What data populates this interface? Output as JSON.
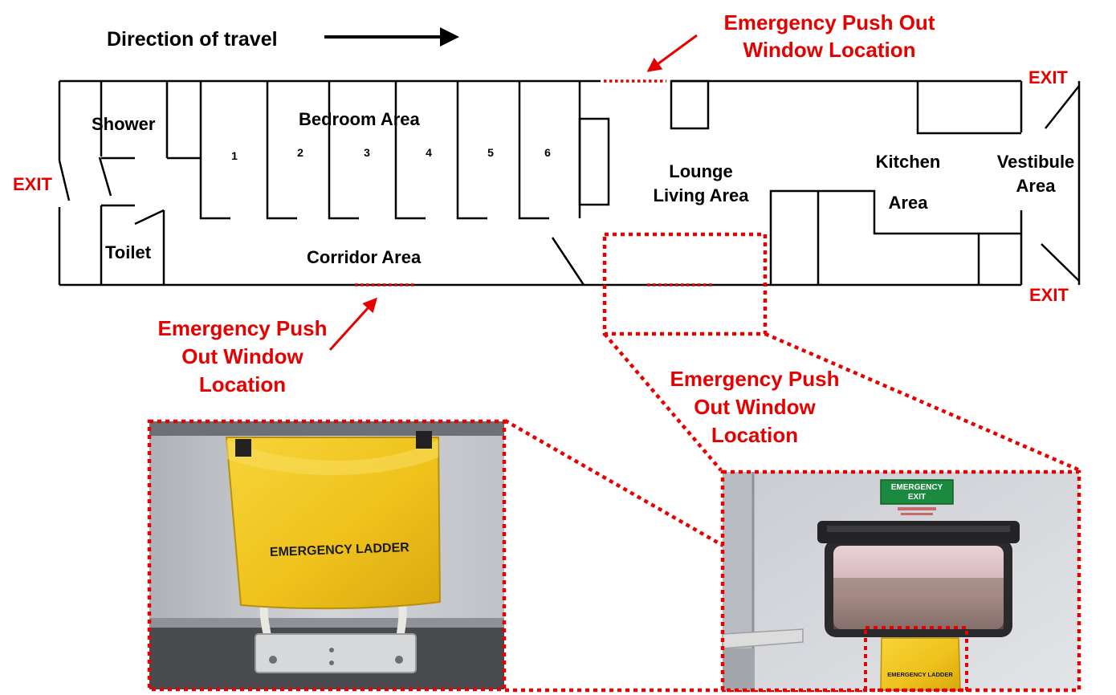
{
  "colors": {
    "emergency_red": "#e60000",
    "plan_line": "#000000",
    "bag_yellow": "#f2c21a",
    "wall_grey": "#c8cacf"
  },
  "travel": {
    "label": "Direction of travel",
    "arrow_icon": "right-arrow-icon"
  },
  "exits": {
    "left": "EXIT",
    "top_right": "EXIT",
    "bottom_right": "EXIT"
  },
  "rooms": {
    "shower": "Shower",
    "toilet": "Toilet",
    "bedroom_area": "Bedroom Area",
    "bedroom_numbers": [
      "1",
      "2",
      "3",
      "4",
      "5",
      "6"
    ],
    "corridor": "Corridor Area",
    "lounge_line1": "Lounge",
    "lounge_line2": "Living Area",
    "kitchen_line1": "Kitchen",
    "kitchen_line2": "Area",
    "vestibule_line1": "Vestibule",
    "vestibule_line2": "Area"
  },
  "callouts": {
    "top_line1": "Emergency Push Out",
    "top_line2": "Window Location",
    "left_line1": "Emergency Push",
    "left_line2": "Out Window",
    "left_line3": "Location",
    "center_line1": "Emergency Push",
    "center_line2": "Out Window",
    "center_line3": "Location"
  },
  "photos": {
    "ladder_bag_text": "EMERGENCY LADDER",
    "exit_sign_line1": "EMERGENCY",
    "exit_sign_line2": "EXIT",
    "window_bag_text": "EMERGENCY LADDER"
  }
}
